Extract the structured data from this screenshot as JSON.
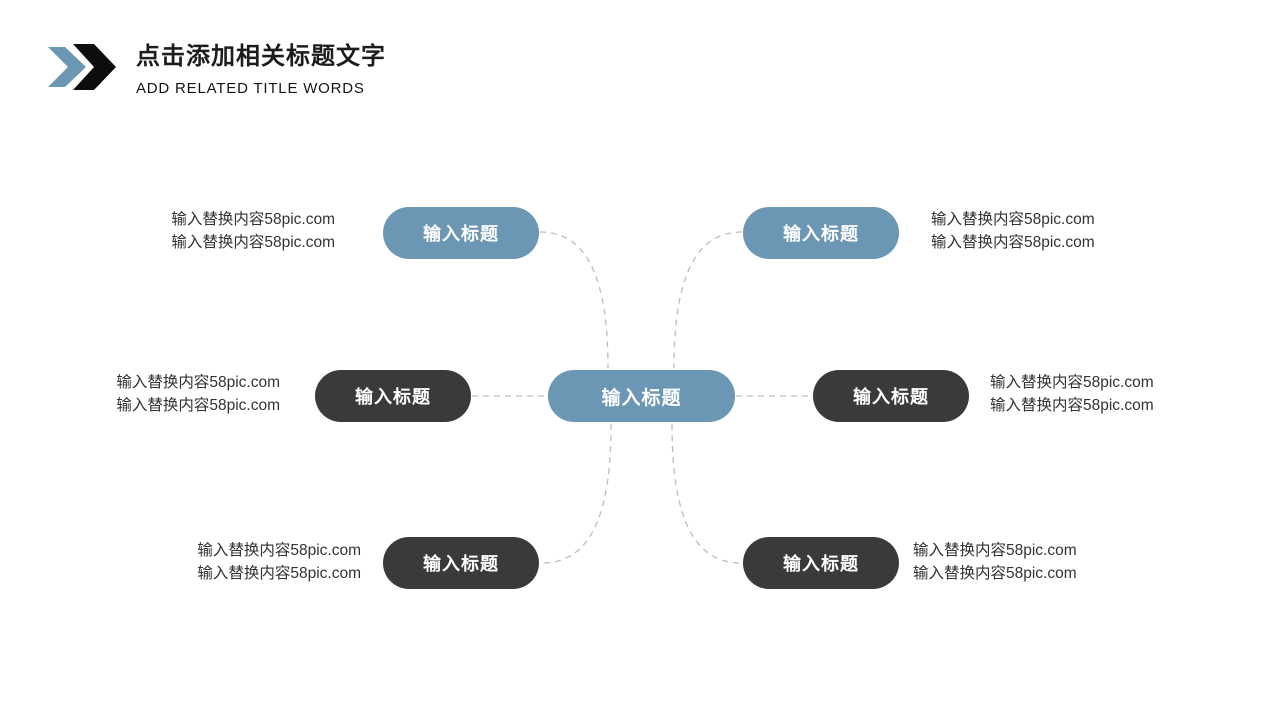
{
  "header": {
    "title": "点击添加相关标题文字",
    "subtitle": "ADD RELATED TITLE WORDS",
    "logo": "double-chevron"
  },
  "colors": {
    "accent_blue": "#6b96b4",
    "dark_gray": "#3a3a3a",
    "logo_blue": "#6b96b4",
    "logo_black": "#0d0d0d",
    "connector_gray": "#bdbdbd",
    "body_text": "#333333"
  },
  "diagram": {
    "center": {
      "label": "输入标题"
    },
    "nodes": {
      "top_left": {
        "label": "输入标题",
        "desc": [
          "输入替换内容58pic.com",
          "输入替换内容58pic.com"
        ]
      },
      "top_right": {
        "label": "输入标题",
        "desc": [
          "输入替换内容58pic.com",
          "输入替换内容58pic.com"
        ]
      },
      "mid_left": {
        "label": "输入标题",
        "desc": [
          "输入替换内容58pic.com",
          "输入替换内容58pic.com"
        ]
      },
      "mid_right": {
        "label": "输入标题",
        "desc": [
          "输入替换内容58pic.com",
          "输入替换内容58pic.com"
        ]
      },
      "bottom_left": {
        "label": "输入标题",
        "desc": [
          "输入替换内容58pic.com",
          "输入替换内容58pic.com"
        ]
      },
      "bottom_right": {
        "label": "输入标题",
        "desc": [
          "输入替换内容58pic.com",
          "输入替换内容58pic.com"
        ]
      }
    }
  }
}
